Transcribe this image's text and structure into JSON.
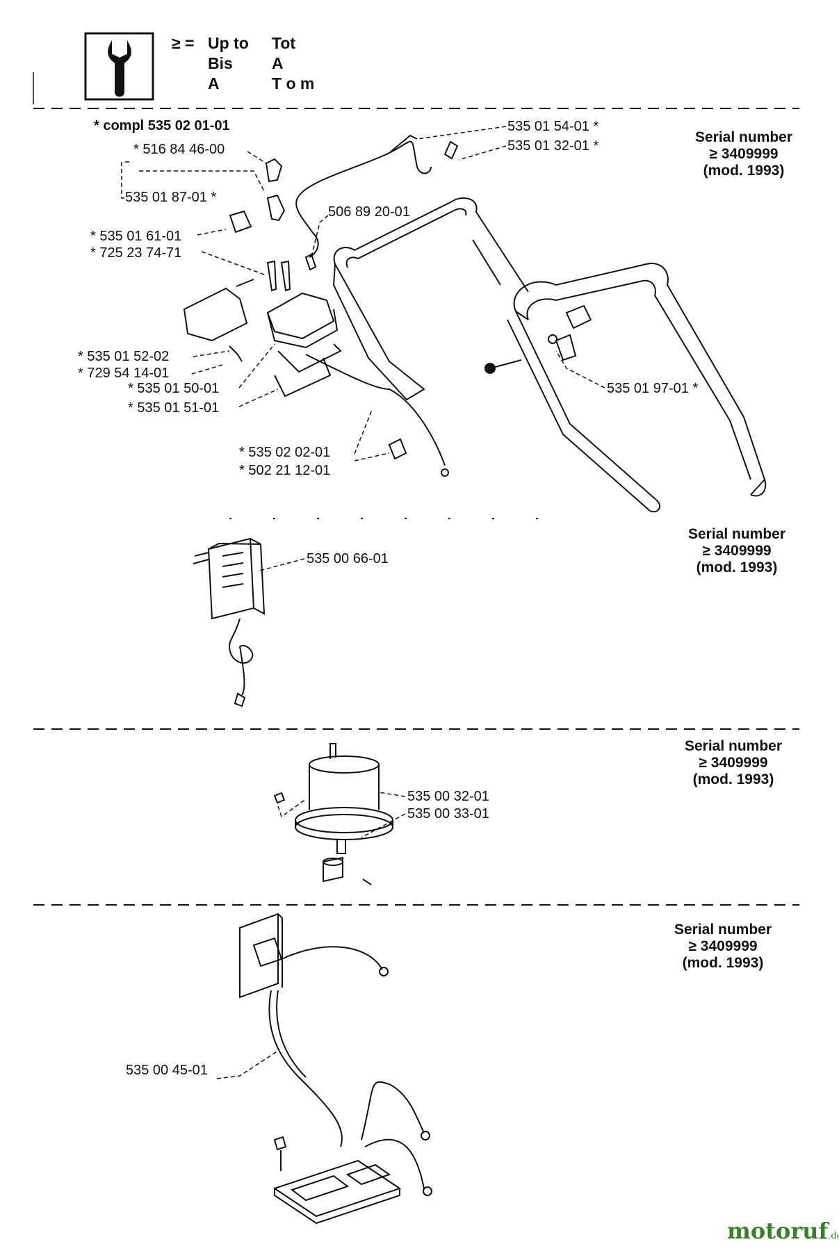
{
  "legend": {
    "symbol": "≥ =",
    "col1": [
      "Up to",
      "Bis",
      "A"
    ],
    "col2": [
      "Tot",
      "A",
      "T o m"
    ]
  },
  "compl_label": "* compl 535 02 01-01",
  "section1": {
    "labels": {
      "p5358468": "* 516 84 46-00",
      "p5350187": "535 01 87-01 *",
      "p5350161": "* 535 01 61-01",
      "p7252374": "* 725 23 74-71",
      "p5350152": "* 535 01 52-02",
      "p7295414": "* 729 54 14-01",
      "p5350150": "* 535 01 50-01",
      "p5350151": "* 535 01 51-01",
      "p5350202": "* 535 02 02-01",
      "p5022112": "* 502 21 12-01",
      "p5068920": "506 89 20-01",
      "p5350154": "535 01 54-01 *",
      "p5350132": "535 01 32-01 *",
      "p5350197": "535 01 97-01 *"
    }
  },
  "section2": {
    "labels": {
      "p5350066": "535 00 66-01"
    }
  },
  "section3": {
    "labels": {
      "p5350032": "535 00 32-01",
      "p5350033": "535 00 33-01"
    }
  },
  "section4": {
    "labels": {
      "p5350045": "535 00 45-01"
    }
  },
  "serial": {
    "line1": "Serial number",
    "line2": "≥ 3409999",
    "line3": "(mod. 1993)"
  },
  "brand": {
    "name": "motoruf",
    "tld": ".de"
  },
  "colors": {
    "ink": "#111111",
    "brand": "#3a7f2a"
  }
}
